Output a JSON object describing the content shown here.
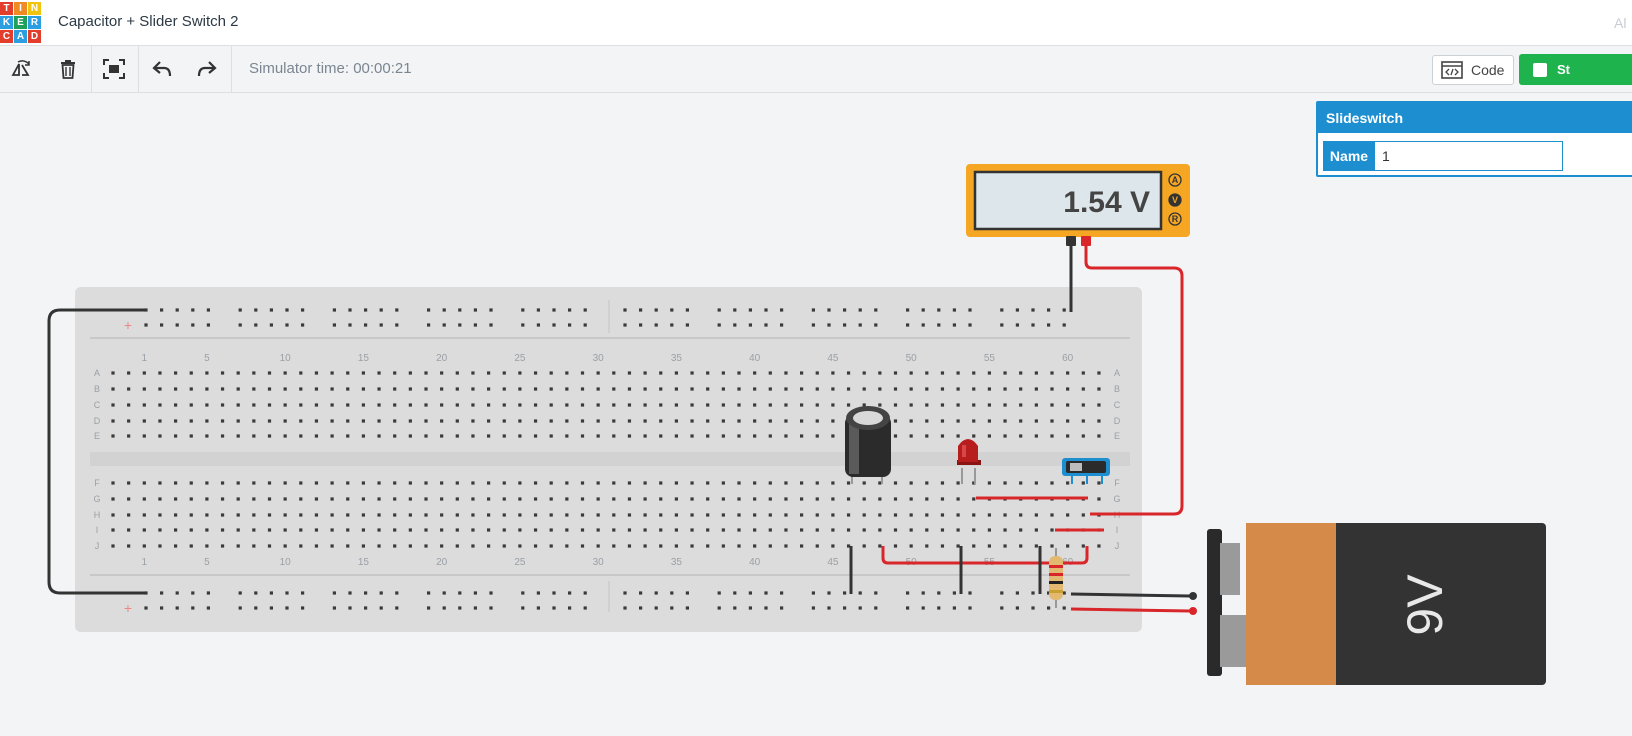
{
  "app": {
    "logo_letters": [
      "T",
      "I",
      "N",
      "K",
      "E",
      "R",
      "C",
      "A",
      "D"
    ],
    "logo_colors": [
      "#e33e2b",
      "#f08a24",
      "#f1c40f",
      "#2d9ee0",
      "#1fa05a",
      "#2d9ee0",
      "#e33e2b",
      "#2d9ee0",
      "#e33e2b"
    ],
    "project_title": "Capacitor + Slider Switch 2",
    "header_right": "Al"
  },
  "toolbar": {
    "rotate_icon": "rotate-icon",
    "delete_icon": "trash-icon",
    "fit_icon": "fit-view-icon",
    "undo_icon": "undo-icon",
    "redo_icon": "redo-icon",
    "simulator_time": "Simulator time: 00:00:21",
    "code_label": "Code",
    "start_label": "St"
  },
  "inspector": {
    "title": "Slideswitch",
    "name_label": "Name",
    "name_value": "1"
  },
  "multimeter": {
    "reading": "1.54 V",
    "modes": [
      "A",
      "V",
      "R"
    ]
  },
  "breadboard": {
    "rail_plus": "+",
    "column_numbers": [
      "1",
      "5",
      "10",
      "15",
      "20",
      "25",
      "30",
      "35",
      "40",
      "45",
      "50",
      "55",
      "60"
    ],
    "row_letters_top": [
      "A",
      "B",
      "C",
      "D",
      "E"
    ],
    "row_letters_bottom": [
      "F",
      "G",
      "H",
      "I",
      "J"
    ]
  },
  "battery": {
    "label": "9V"
  },
  "colors": {
    "accent": "#1d8fd1",
    "start": "#1fb34e",
    "wire_red": "#d8262b",
    "wire_black": "#333333",
    "multimeter": "#f5a623"
  }
}
